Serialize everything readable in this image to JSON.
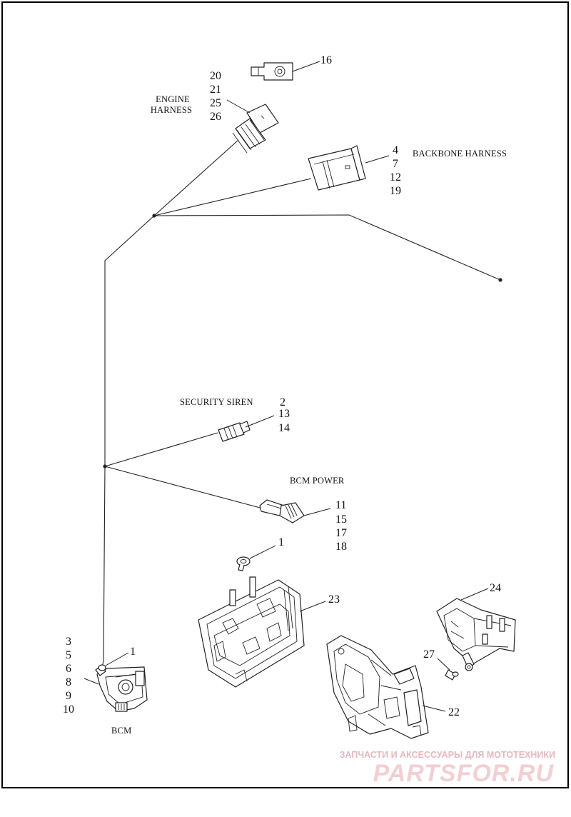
{
  "captions": {
    "engine_harness": [
      "ENGINE",
      "HARNESS"
    ],
    "backbone_harness": "BACKBONE HARNESS",
    "security_siren": "SECURITY SIREN",
    "bcm_power": "BCM POWER",
    "bcm": "BCM"
  },
  "callouts": {
    "c16": "16",
    "engine_harness": [
      "20",
      "21",
      "25",
      "26"
    ],
    "backbone_harness": [
      "4",
      "7",
      "12",
      "19"
    ],
    "security_siren": [
      "2",
      "13",
      "14"
    ],
    "bcm_power": [
      "11",
      "15",
      "17",
      "18"
    ],
    "clip_1": "1",
    "c23": "23",
    "c24": "24",
    "c27": "27",
    "c22": "22",
    "bcm_1": "1",
    "bcm": [
      "3",
      "5",
      "6",
      "8",
      "9",
      "10"
    ]
  },
  "watermark": {
    "tagline": "ЗАПЧАСТИ И АКСЕССУАРЫ ДЛЯ МОТОТЕХНИКИ",
    "brand": "PARTSFOR.RU"
  },
  "colors": {
    "frame": "#000000",
    "line": "#222222",
    "watermark": "#e6b8bd"
  }
}
